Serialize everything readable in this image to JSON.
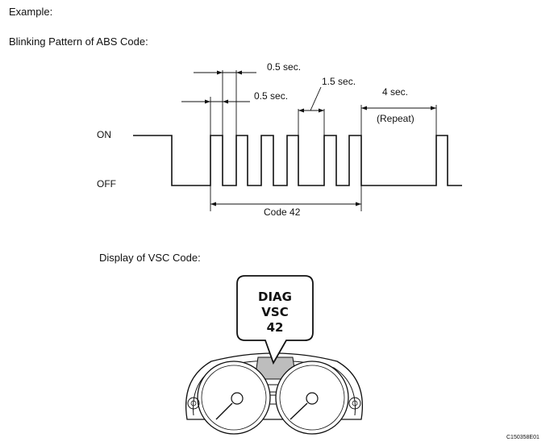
{
  "page": {
    "example_label": "Example:",
    "abs_title": "Blinking Pattern of ABS Code:",
    "vsc_title": "Display of VSC Code:",
    "figure_id": "C150358E01"
  },
  "waveform": {
    "on_label": "ON",
    "off_label": "OFF",
    "dim_05_top": "0.5 sec.",
    "dim_05_mid": "0.5 sec.",
    "dim_15": "1.5 sec.",
    "dim_4": "4 sec.",
    "repeat": "(Repeat)",
    "code_label": "Code 42"
  },
  "display": {
    "line1": "DIAG",
    "line2": "VSC",
    "line3": "42"
  }
}
